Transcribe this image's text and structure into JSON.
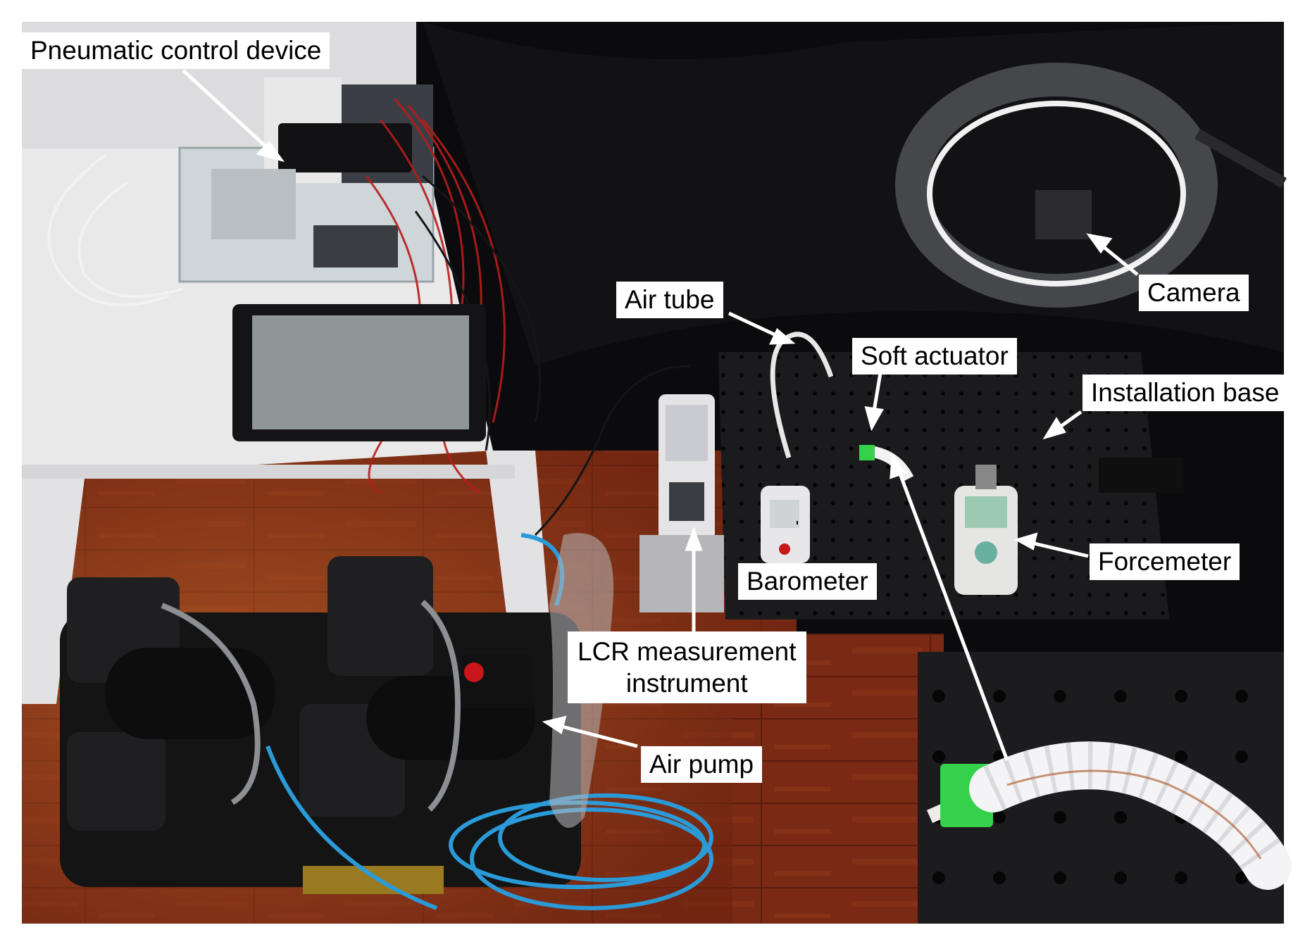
{
  "figure": {
    "labels": {
      "pneumatic_control_device": "Pneumatic control device",
      "camera": "Camera",
      "air_tube": "Air tube",
      "soft_actuator": "Soft actuator",
      "installation_base": "Installation base",
      "forcemeter": "Forcemeter",
      "barometer": "Barometer",
      "lcr_line1": "LCR measurement",
      "lcr_line2": "instrument",
      "air_pump": "Air pump"
    },
    "colors": {
      "background_black": "#0b0b0d",
      "floor_wood": "#7a2a14",
      "desk_white": "#eeeeee",
      "platform_black": "#1b1b1d",
      "hose_blue": "#2a9ad8",
      "actuator_green": "#35d14a",
      "ring_light": "#4a4c50"
    }
  }
}
